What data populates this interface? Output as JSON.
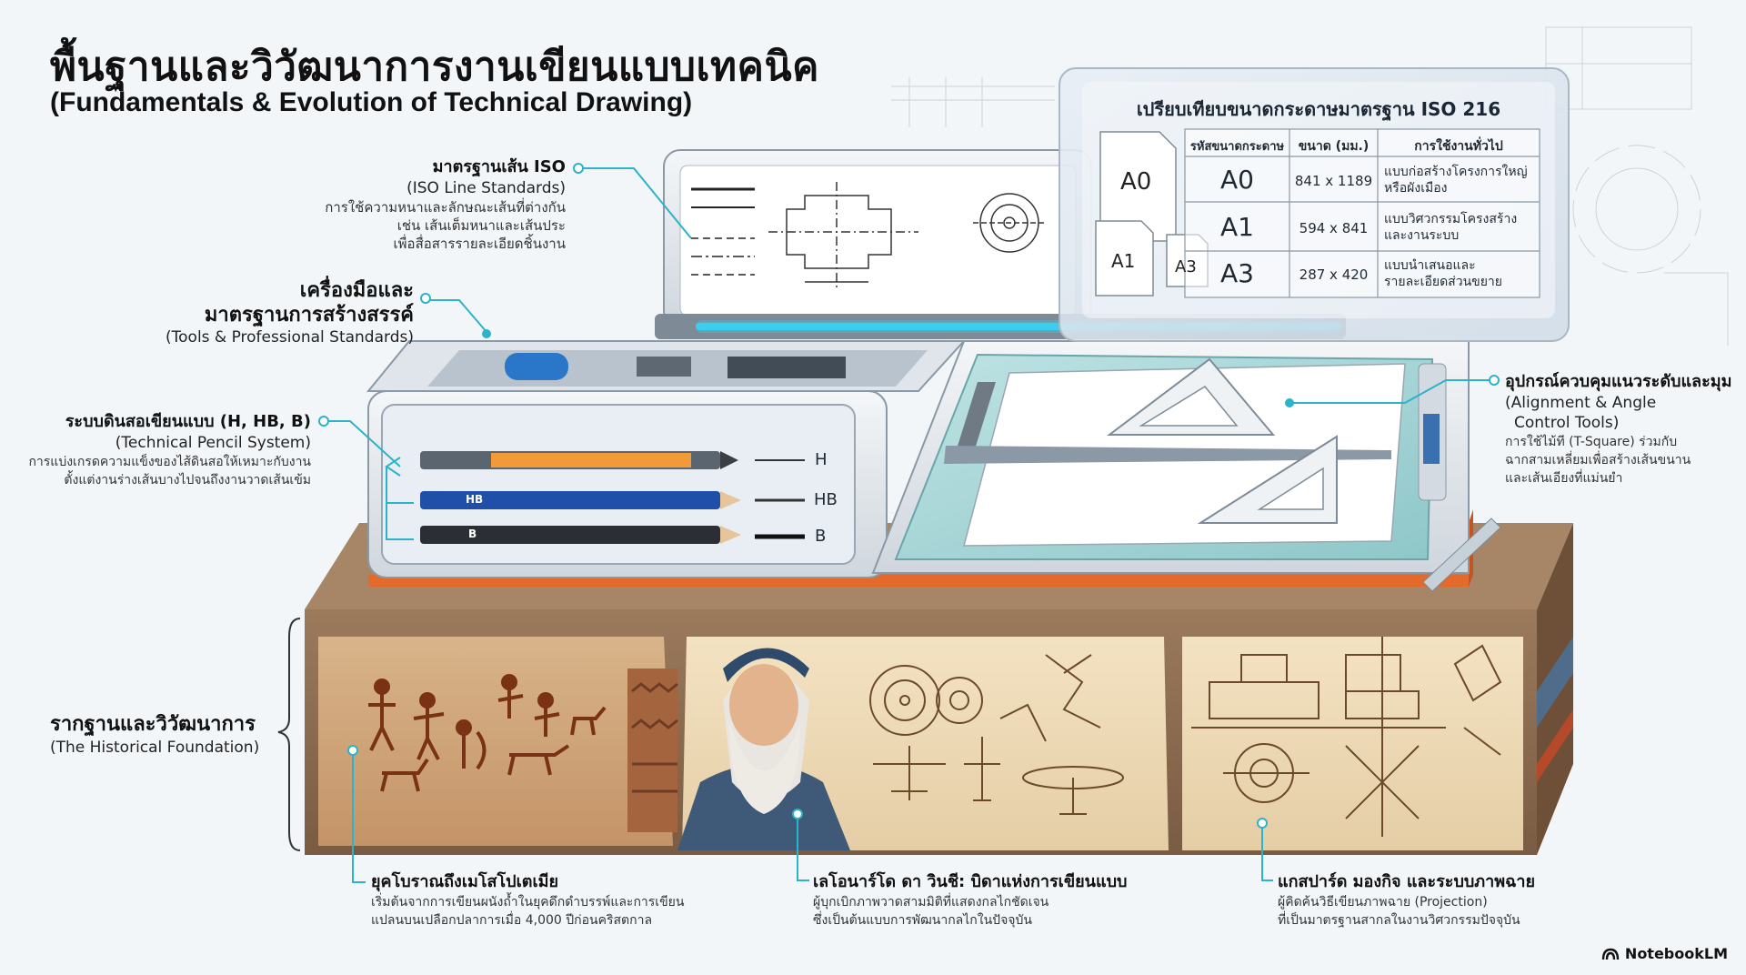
{
  "header": {
    "title": "พื้นฐานและวิวัฒนาการงานเขียนแบบเทคนิค",
    "subtitle": "(Fundamentals & Evolution of Technical Drawing)"
  },
  "iso_line": {
    "title": "มาตรฐานเส้น ISO",
    "subtitle": "(ISO Line Standards)",
    "desc1": "การใช้ความหนาและลักษณะเส้นที่ต่างกัน",
    "desc2": "เช่น เส้นเต็มหนาและเส้นประ",
    "desc3": "เพื่อสื่อสารรายละเอียดชิ้นงาน"
  },
  "tools": {
    "title1": "เครื่องมือและ",
    "title2": "มาตรฐานการสร้างสรรค์",
    "subtitle": "(Tools & Professional Standards)"
  },
  "pencil": {
    "title": "ระบบดินสอเขียนแบบ (H, HB, B)",
    "subtitle": "(Technical Pencil System)",
    "desc1": "การแบ่งเกรดความแข็งของไส้ดินสอให้เหมาะกับงาน",
    "desc2": "ตั้งแต่งานร่างเส้นบางไปจนถึงงานวาดเส้นเข้ม",
    "grade_h": "H",
    "grade_hb": "HB",
    "grade_b": "B",
    "body_hb": "HB",
    "body_b": "B"
  },
  "paper_table": {
    "title": "เปรียบเทียบขนาดกระดาษมาตรฐาน ISO 216",
    "headers": [
      "รหัสขนาดกระดาษ",
      "ขนาด (มม.)",
      "การใช้งานทั่วไป"
    ],
    "rows": [
      {
        "code": "A0",
        "size": "841 x 1189",
        "use1": "แบบก่อสร้างโครงการใหญ่",
        "use2": "หรือผังเมือง"
      },
      {
        "code": "A1",
        "size": "594 x 841",
        "use1": "แบบวิศวกรรมโครงสร้าง",
        "use2": "และงานระบบ"
      },
      {
        "code": "A3",
        "size": "287 x 420",
        "use1": "แบบนำเสนอและ",
        "use2": "รายละเอียดส่วนขยาย"
      }
    ],
    "sheet_a0": "A0",
    "sheet_a1": "A1",
    "sheet_a3": "A3"
  },
  "alignment": {
    "title": "อุปกรณ์ควบคุมแนวระดับและมุม",
    "subtitle1": "(Alignment & Angle",
    "subtitle2": "Control Tools)",
    "desc1": "การใช้ไม้ที (T-Square) ร่วมกับ",
    "desc2": "ฉากสามเหลี่ยมเพื่อสร้างเส้นขนาน",
    "desc3": "และเส้นเอียงที่แม่นยำ"
  },
  "historical": {
    "title": "รากฐานและวิวัฒนาการ",
    "subtitle": "(The Historical Foundation)"
  },
  "ancient": {
    "title": "ยุคโบราณถึงเมโสโปเตเมีย",
    "desc1": "เริ่มต้นจากการเขียนผนังถ้ำในยุคดึกดำบรรพ์และการเขียน",
    "desc2": "แปลนบนเปลือกปลาการเมื่อ 4,000 ปีก่อนคริสตกาล"
  },
  "davinci": {
    "title": "เลโอนาร์โด ดา วินชี: บิดาแห่งการเขียนแบบ",
    "desc1": "ผู้บุกเบิกภาพวาดสามมิติที่แสดงกลไกชัดเจน",
    "desc2": "ซึ่งเป็นต้นแบบการพัฒนากลไกในปัจจุบัน"
  },
  "monge": {
    "title": "แกสปาร์ด มองกิจ และระบบภาพฉาย",
    "desc1": "ผู้คิดค้นวิธีเขียนภาพฉาย (Projection)",
    "desc2": "ที่เป็นมาตรฐานสากลในงานวิศวกรรมปัจจุบัน"
  },
  "brand": {
    "name": "NotebookLM",
    "icon": "notebooklm-logo-icon"
  },
  "colors": {
    "accent": "#2bb3c9",
    "rock": "#8a6a4f",
    "panel": "#e9edf2",
    "orange": "#e36a2a",
    "glow": "#39d0f0"
  }
}
